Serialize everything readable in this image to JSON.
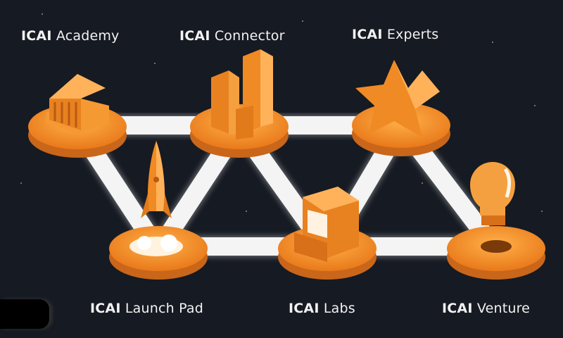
{
  "nodes": [
    {
      "brand": "ICAI",
      "name": "Academy",
      "icon": "building-icon"
    },
    {
      "brand": "ICAI",
      "name": "Connector",
      "icon": "towers-icon"
    },
    {
      "brand": "ICAI",
      "name": "Experts",
      "icon": "star-icon"
    },
    {
      "brand": "ICAI",
      "name": "Launch Pad",
      "icon": "rocket-icon"
    },
    {
      "brand": "ICAI",
      "name": "Labs",
      "icon": "computer-icon"
    },
    {
      "brand": "ICAI",
      "name": "Venture",
      "icon": "lightbulb-icon"
    }
  ],
  "colors": {
    "background": "#161a22",
    "disc": "#f08a24",
    "disc_dark": "#c9661a",
    "connector": "#f4f4f4"
  }
}
